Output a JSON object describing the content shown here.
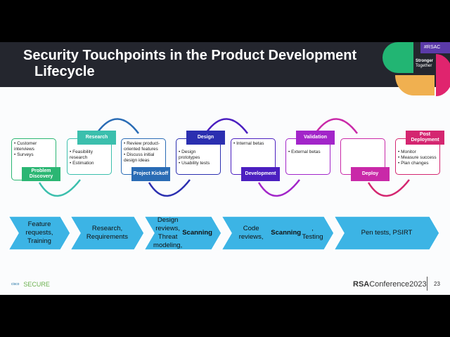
{
  "title": {
    "line1": "Security Touchpoints in the Product Development",
    "line2": "Lifecycle"
  },
  "badge": {
    "hashtag": "#RSAC",
    "tag1": "Stronger",
    "tag2": "Together"
  },
  "stages": [
    {
      "label": "Problem Discovery",
      "items": [
        "Customer interviews",
        "Surveys"
      ],
      "color": "#2bb673"
    },
    {
      "label": "Research",
      "items": [
        "Feasibility research",
        "Estimation"
      ],
      "color": "#3bbfad"
    },
    {
      "label": "Project Kickoff",
      "items": [
        "Review product-oriented features",
        "Discuss initial design ideas"
      ],
      "color": "#2a6cb5"
    },
    {
      "label": "Design",
      "items": [
        "Design prototypes",
        "Usability tests"
      ],
      "color": "#2b2fb0"
    },
    {
      "label": "Development",
      "items": [
        "Internal betas"
      ],
      "color": "#4b1fc0"
    },
    {
      "label": "Validation",
      "items": [
        "External betas"
      ],
      "color": "#a225c9"
    },
    {
      "label": "Deploy",
      "items": [],
      "color": "#c929a8"
    },
    {
      "label": "Post Deployment",
      "items": [
        "Monitor",
        "Measure success",
        "Plan changes"
      ],
      "color": "#d42670"
    }
  ],
  "chevrons": [
    {
      "parts": [
        {
          "t": "Feature requests, Training",
          "b": false
        }
      ]
    },
    {
      "parts": [
        {
          "t": "Research, Requirements",
          "b": false
        }
      ]
    },
    {
      "parts": [
        {
          "t": "Design reviews, Threat modeling, ",
          "b": false
        },
        {
          "t": "Scanning",
          "b": true
        }
      ]
    },
    {
      "parts": [
        {
          "t": "Code reviews, ",
          "b": false
        },
        {
          "t": "Scanning",
          "b": true
        },
        {
          "t": ", Testing",
          "b": false
        }
      ]
    },
    {
      "parts": [
        {
          "t": "Pen tests, PSIRT",
          "b": false
        }
      ]
    }
  ],
  "chevron_color": "#3cb4e5",
  "footer": {
    "cisco": "cisco",
    "secure": "SECURE",
    "conference_bold": "RSA",
    "conference": "Conference2023",
    "page": "23"
  }
}
